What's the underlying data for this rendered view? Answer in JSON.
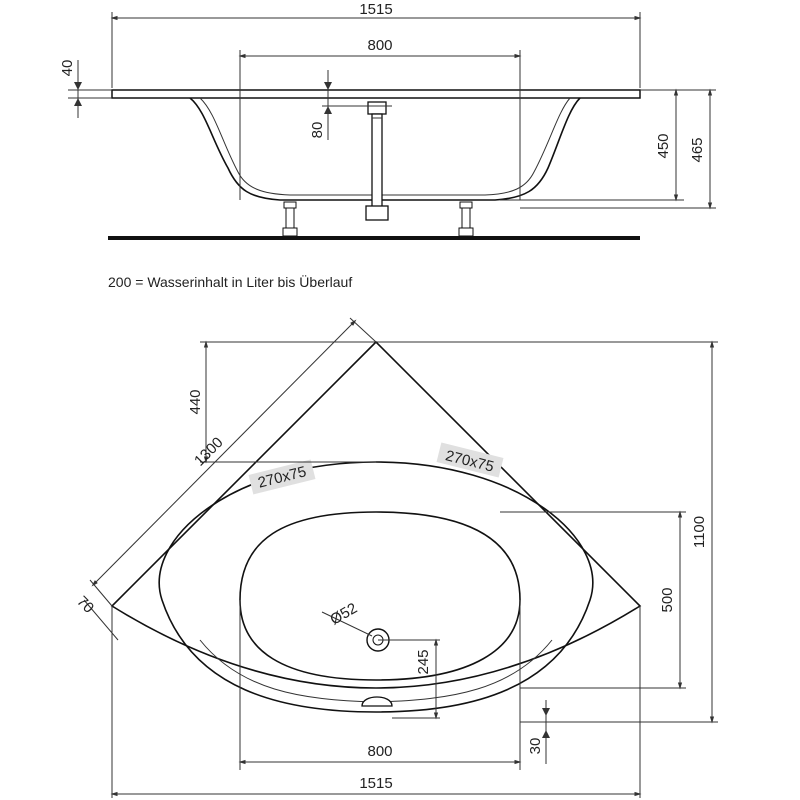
{
  "legend_text": "200 = Wasserinhalt in Liter bis Überlauf",
  "side_view": {
    "dim_total_width": "1515",
    "dim_inner_width": "800",
    "dim_rim_thickness": "40",
    "dim_drain_offset": "80",
    "dim_depth": "450",
    "dim_total_height": "465"
  },
  "top_view": {
    "dim_corner_offset": "440",
    "dim_diagonal": "1300",
    "dim_rim": "70",
    "dim_height": "1100",
    "dim_inner_depth": "500",
    "dim_drain_diameter": "Ø52",
    "dim_drain_position": "245",
    "dim_overflow": "30",
    "dim_inner_width": "800",
    "dim_total_width": "1515",
    "recess_left_label": "270x75",
    "recess_right_label": "270x75"
  }
}
